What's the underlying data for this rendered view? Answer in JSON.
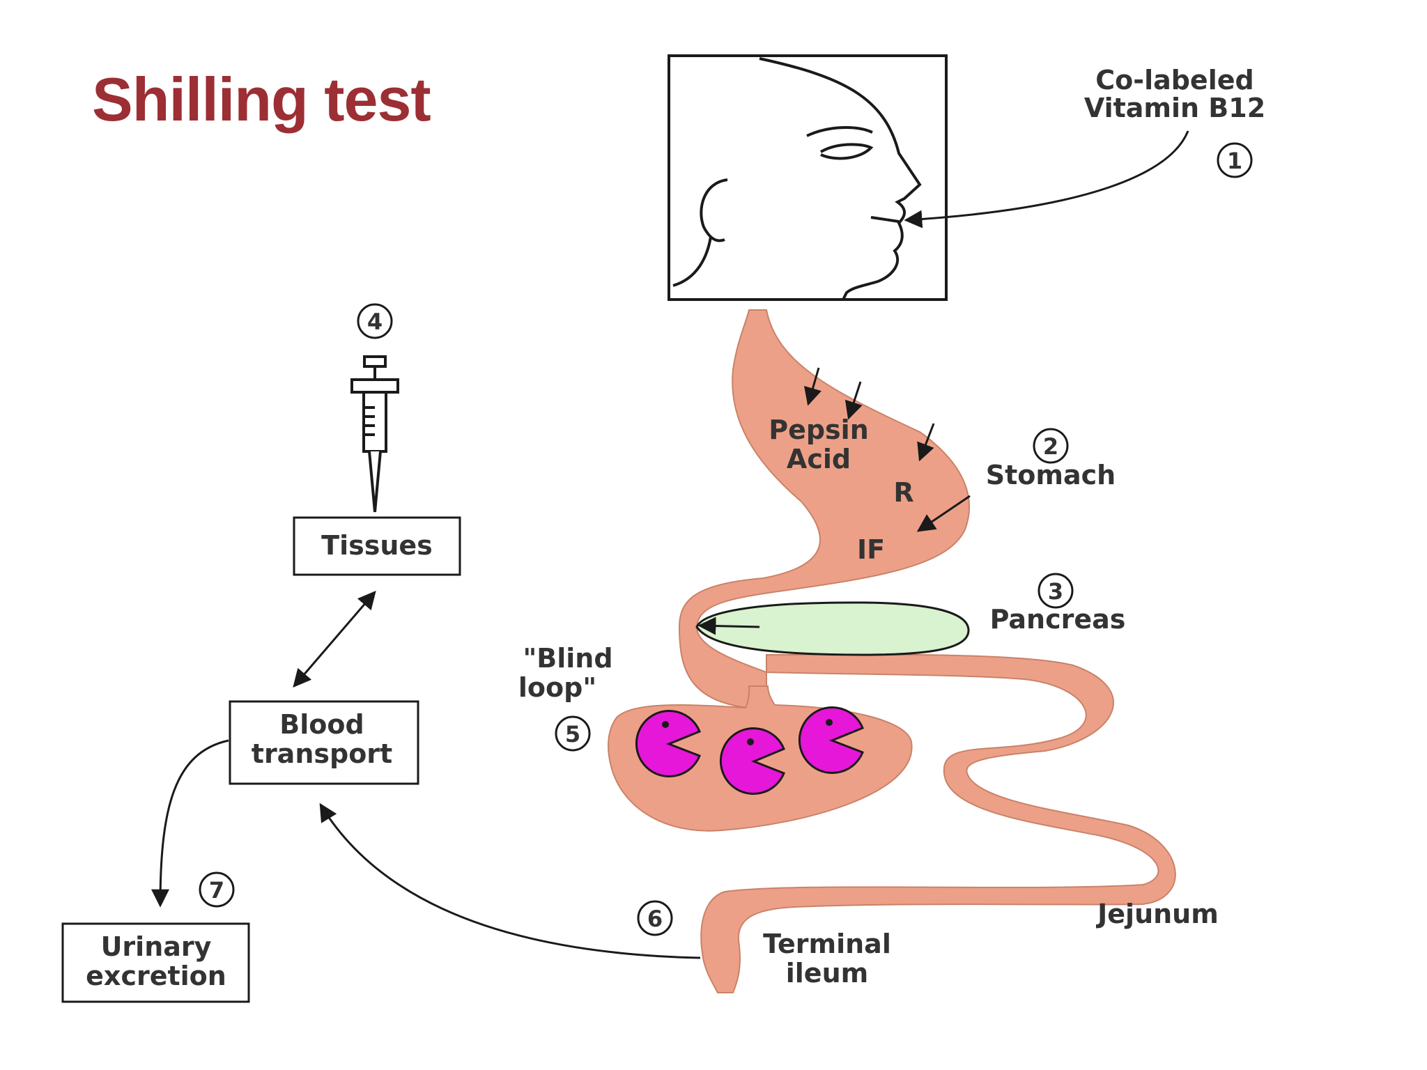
{
  "slide": {
    "title": "Shilling test"
  },
  "diagram": {
    "labels": {
      "vitamin_line1": "Co-labeled",
      "vitamin_line2": "Vitamin B12",
      "pepsin": "Pepsin",
      "acid": "Acid",
      "r": "R",
      "if": "IF",
      "stomach": "Stomach",
      "pancreas": "Pancreas",
      "blind_loop_line1": "\"Blind",
      "blind_loop_line2": "loop\"",
      "jejunum": "Jejunum",
      "terminal_line1": "Terminal",
      "terminal_line2": "ileum",
      "tissues": "Tissues",
      "blood_line1": "Blood",
      "blood_line2": "transport",
      "urinary_line1": "Urinary",
      "urinary_line2": "excretion"
    },
    "steps": [
      "1",
      "2",
      "3",
      "4",
      "5",
      "6",
      "7"
    ],
    "colors": {
      "gut": "#eda088",
      "pancreas": "#d9f2cf",
      "bacteria": "#e617d8",
      "outline": "#1a1a1a",
      "title": "#9c2f34"
    }
  }
}
